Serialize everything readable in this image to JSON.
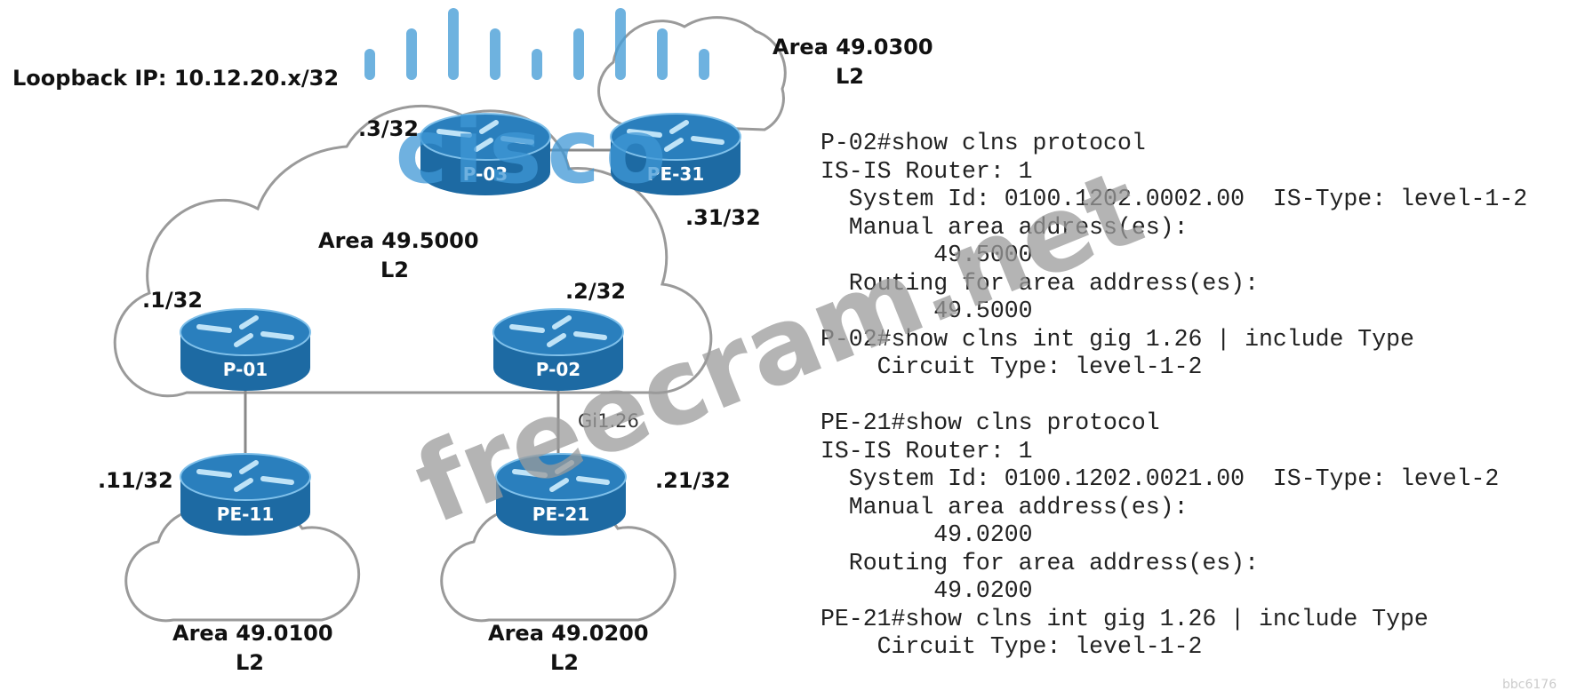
{
  "title": "Loopback IP: 10.12.20.x/32",
  "areas": {
    "core": {
      "name": "Area 49.5000",
      "level": "L2"
    },
    "pe31": {
      "name": "Area 49.0300",
      "level": "L2"
    },
    "pe11": {
      "name": "Area 49.0100",
      "level": "L2"
    },
    "pe21": {
      "name": "Area 49.0200",
      "level": "L2"
    }
  },
  "routers": [
    {
      "name": "P-03",
      "ip": ".3/32"
    },
    {
      "name": "PE-31",
      "ip": ".31/32"
    },
    {
      "name": "P-01",
      "ip": ".1/32"
    },
    {
      "name": "P-02",
      "ip": ".2/32"
    },
    {
      "name": "PE-11",
      "ip": ".11/32"
    },
    {
      "name": "PE-21",
      "ip": ".21/32"
    }
  ],
  "interface_label": "Gi1.26",
  "cli_lines": [
    "P-02#show clns protocol",
    "IS-IS Router: 1",
    "  System Id: 0100.1202.0002.00  IS-Type: level-1-2",
    "  Manual area address(es):",
    "        49.5000",
    "  Routing for area address(es):",
    "        49.5000",
    "P-02#show clns int gig 1.26 | include Type",
    "    Circuit Type: level-1-2",
    "",
    "PE-21#show clns protocol",
    "IS-IS Router: 1",
    "  System Id: 0100.1202.0021.00  IS-Type: level-2",
    "  Manual area address(es):",
    "        49.0200",
    "  Routing for area address(es):",
    "        49.0200",
    "PE-21#show clns int gig 1.26 | include Type",
    "    Circuit Type: level-1-2"
  ],
  "watermarks": {
    "logo": "cisco",
    "site": "freecram.net",
    "corner": "bbc6176"
  },
  "colors": {
    "router": "#1f6fa8",
    "router_top": "#2b82c0",
    "logo": "#4a9fd8",
    "watermark": "#9b9b9b"
  }
}
